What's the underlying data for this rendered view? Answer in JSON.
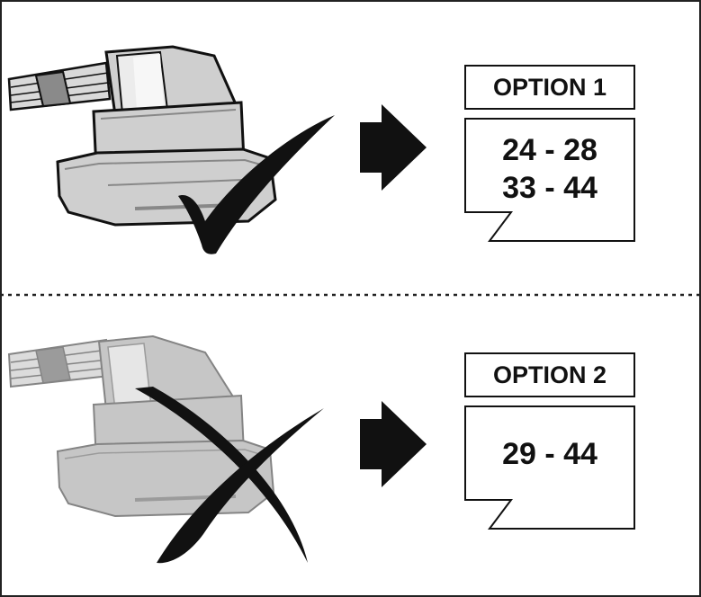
{
  "options": [
    {
      "label": "OPTION 1",
      "ranges": [
        "24 - 28",
        "33 - 44"
      ],
      "status": "check-mark-icon"
    },
    {
      "label": "OPTION 2",
      "ranges": [
        "29 - 44"
      ],
      "status": "cross-mark-icon"
    }
  ],
  "colors": {
    "ink": "#111111",
    "connector_fill": "#cfcfcf",
    "connector_highlight": "#ececec",
    "connector_faded": "#bdbdbd"
  }
}
